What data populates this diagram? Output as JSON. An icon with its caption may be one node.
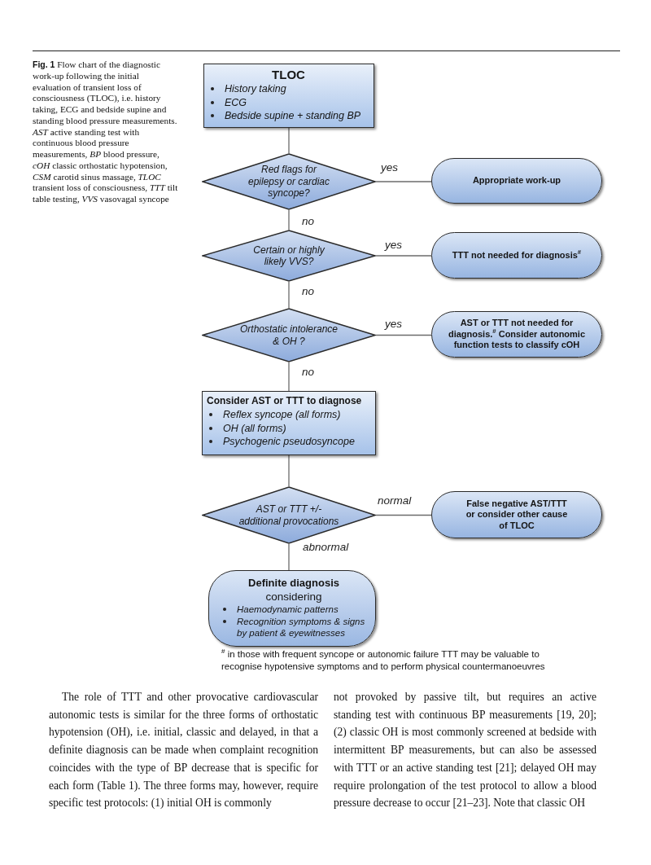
{
  "diagram": {
    "caption": "**Fig. 1** Flow chart of the diagnostic work-up following the initial evaluation of transient loss of consciousness (TLOC), i.e. history taking, ECG and bedside supine and standing blood pressure measurements. *AST* active standing test with continuous blood pressure measurements, *BP* blood pressure, *cOH* classic orthostatic hypotension, *CSM* carotid sinus massage, *TLOC* transient loss of consciousness, *TTT* tilt table testing, *VVS* vasovagal syncope",
    "nodes": [
      {
        "text": [
          "TLOC",
          "History taking",
          "ECG",
          "Bedside supine + standing BP"
        ]
      },
      {
        "text": [
          "Red flags for epilepsy or cardiac syncope?"
        ]
      },
      {
        "text": [
          "Appropriate work-up"
        ]
      },
      {
        "text": [
          "Certain or highly likely VVS?"
        ]
      },
      {
        "text": [
          "TTT not needed for diagnosis$^{#}$"
        ]
      },
      {
        "text": [
          "Orthostatic intolerance & OH ?"
        ]
      },
      {
        "text": [
          "AST or TTT not needed for diagnosis.$^{#}$ Consider autonomic function tests to classify cOH"
        ]
      },
      {
        "text": [
          "Consider AST or TTT to diagnose",
          "Reflex syncope (all forms)",
          "OH (all forms)",
          "Psychogenic pseudosyncope"
        ]
      },
      {
        "text": [
          "AST or TTT +/- additional provocations"
        ]
      },
      {
        "text": [
          "False negative AST/TTT or consider other cause of TLOC"
        ]
      },
      {
        "text": [
          "Definite diagnosis",
          "considering",
          "Haemodynamic patterns",
          "Recognition symptoms & signs by patient & eyewitnesses"
        ]
      }
    ],
    "edges": [
      {
        "from": 0,
        "to": 1,
        "arrow": "none"
      },
      {
        "from": 1,
        "to": 2,
        "arrow": "none",
        "label": "yes"
      },
      {
        "from": 1,
        "to": 3,
        "arrow": "none",
        "label": "no"
      },
      {
        "from": 3,
        "to": 4,
        "arrow": "none",
        "label": "yes"
      },
      {
        "from": 3,
        "to": 5,
        "arrow": "none",
        "label": "no"
      },
      {
        "from": 5,
        "to": 6,
        "arrow": "none",
        "label": "yes"
      },
      {
        "from": 5,
        "to": 7,
        "arrow": "none",
        "label": "no"
      },
      {
        "from": 7,
        "to": 8,
        "arrow": "none"
      },
      {
        "from": 8,
        "to": 9,
        "arrow": "none",
        "label": "normal"
      },
      {
        "from": 8,
        "to": 10,
        "arrow": "none",
        "label": "abnormal"
      }
    ],
    "labels": [
      "$^{#}$ in those with frequent syncope or autonomic failure TTT may be valuable to recognise hypotensive symptoms and to perform physical countermanoeuvres",
      "The role of TTT and other provocative cardiovascular autonomic tests is similar for the three forms of orthostatic hypotension (OH), i.e. initial, classic and delayed, in that a definite diagnosis can be made when complaint recognition coincides with the type of BP decrease that is specific for each form (Table 1). The three forms may, however, require specific test protocols: (1) initial OH is commonly",
      "not provoked by passive tilt, but requires an active standing test with continuous BP measurements [19, 20]; (2) classic OH is most commonly screened at bedside with intermittent BP measurements, but can also be assessed with TTT or an active standing test [21]; delayed OH may require prolongation of the test protocol to allow a blood pressure decrease to occur [21–23]. Note that classic OH"
    ]
  }
}
